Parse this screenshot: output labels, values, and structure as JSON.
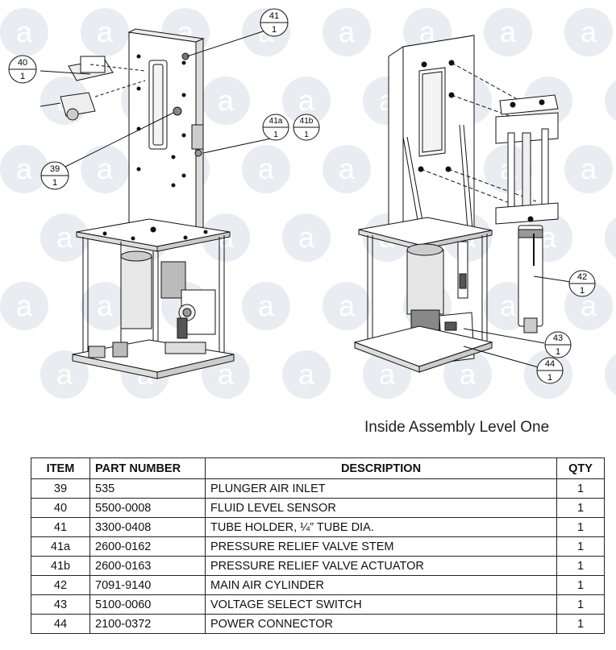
{
  "watermark_letter": "a",
  "colors": {
    "watermark": "#e9ecf1",
    "line": "#111111",
    "accent_dark": "#444444"
  },
  "callouts": [
    {
      "item": "40",
      "qty": "1"
    },
    {
      "item": "41",
      "qty": "1"
    },
    {
      "item": "39",
      "qty": "1"
    },
    {
      "item": "41a",
      "qty": "1"
    },
    {
      "item": "41b",
      "qty": "1"
    },
    {
      "item": "42",
      "qty": "1"
    },
    {
      "item": "43",
      "qty": "1"
    },
    {
      "item": "44",
      "qty": "1"
    }
  ],
  "caption": "Inside Assembly Level One",
  "table": {
    "headers": {
      "item": "ITEM",
      "part_number": "PART NUMBER",
      "description": "DESCRIPTION",
      "qty": "QTY"
    },
    "rows": [
      {
        "item": "39",
        "part_number": "535",
        "description": "PLUNGER AIR INLET",
        "qty": "1"
      },
      {
        "item": "40",
        "part_number": "5500-0008",
        "description": "FLUID LEVEL SENSOR",
        "qty": "1"
      },
      {
        "item": "41",
        "part_number": "3300-0408",
        "description": "TUBE HOLDER, ¼” TUBE DIA.",
        "qty": "1"
      },
      {
        "item": "41a",
        "part_number": "2600-0162",
        "description": "PRESSURE RELIEF VALVE STEM",
        "qty": "1"
      },
      {
        "item": "41b",
        "part_number": "2600-0163",
        "description": "PRESSURE RELIEF VALVE ACTUATOR",
        "qty": "1"
      },
      {
        "item": "42",
        "part_number": "7091-9140",
        "description": "MAIN AIR CYLINDER",
        "qty": "1"
      },
      {
        "item": "43",
        "part_number": "5100-0060",
        "description": "VOLTAGE SELECT SWITCH",
        "qty": "1"
      },
      {
        "item": "44",
        "part_number": "2100-0372",
        "description": "POWER CONNECTOR",
        "qty": "1"
      }
    ]
  }
}
